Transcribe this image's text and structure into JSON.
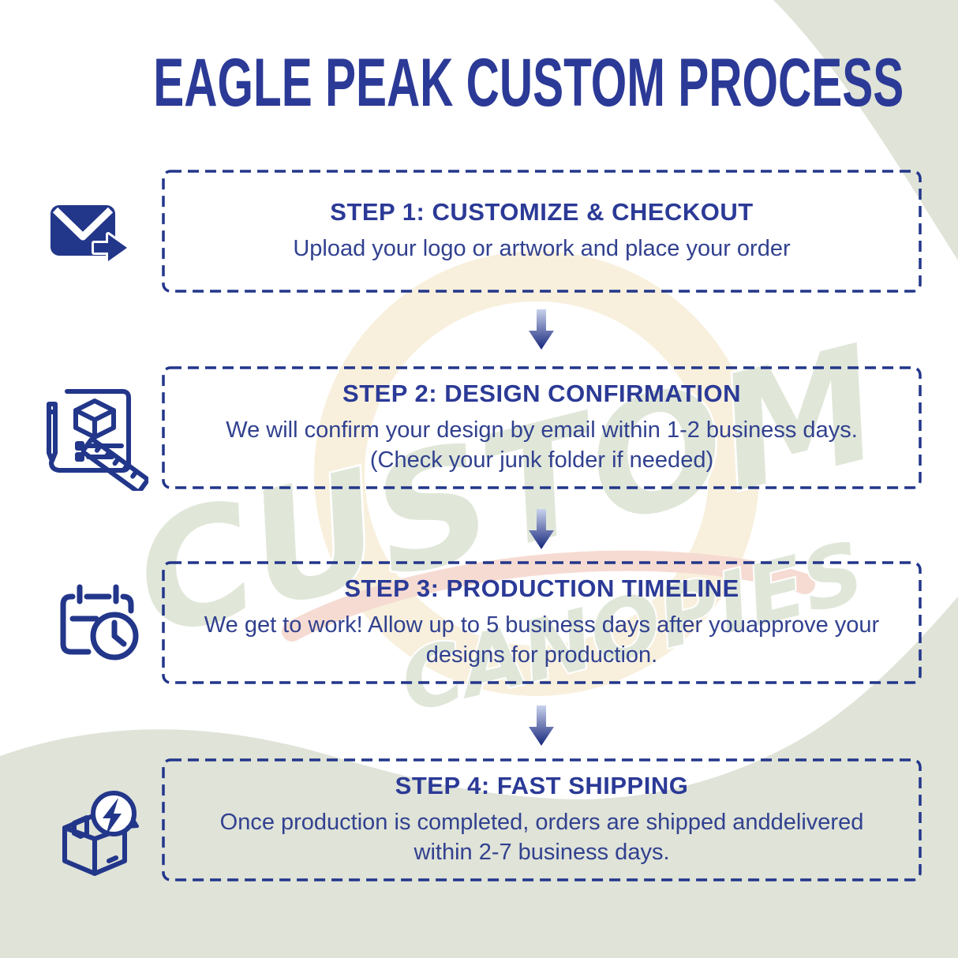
{
  "title": "EAGLE PEAK CUSTOM PROCESS",
  "steps": [
    {
      "heading": "STEP 1: CUSTOMIZE & CHECKOUT",
      "body": "Upload your logo or artwork and place your order",
      "icon": "email-send-icon"
    },
    {
      "heading": "STEP 2: DESIGN CONFIRMATION",
      "body": "We will confirm your design by email within 1-2 business days. (Check your junk folder if needed)",
      "icon": "design-document-icon"
    },
    {
      "heading": "STEP 3: PRODUCTION TIMELINE",
      "body": "We get to work! Allow up to 5 business days after youapprove your designs for production.",
      "icon": "calendar-clock-icon"
    },
    {
      "heading": "STEP 4: FAST SHIPPING",
      "body": "Once production is completed, orders are shipped anddelivered within 2-7 business days.",
      "icon": "shipping-box-flash-icon"
    }
  ],
  "watermark": {
    "line1": "CUSTOM",
    "line2": "CANOPIES"
  },
  "colors": {
    "title_blue": "#2b3a96",
    "body_blue": "#31418f",
    "border_navy": "#22368a",
    "icon_navy": "#22368a",
    "background_green": "#dfe3d8",
    "arrow_gradient_top": "#c9d2ec",
    "arrow_gradient_bottom": "#16267c"
  }
}
